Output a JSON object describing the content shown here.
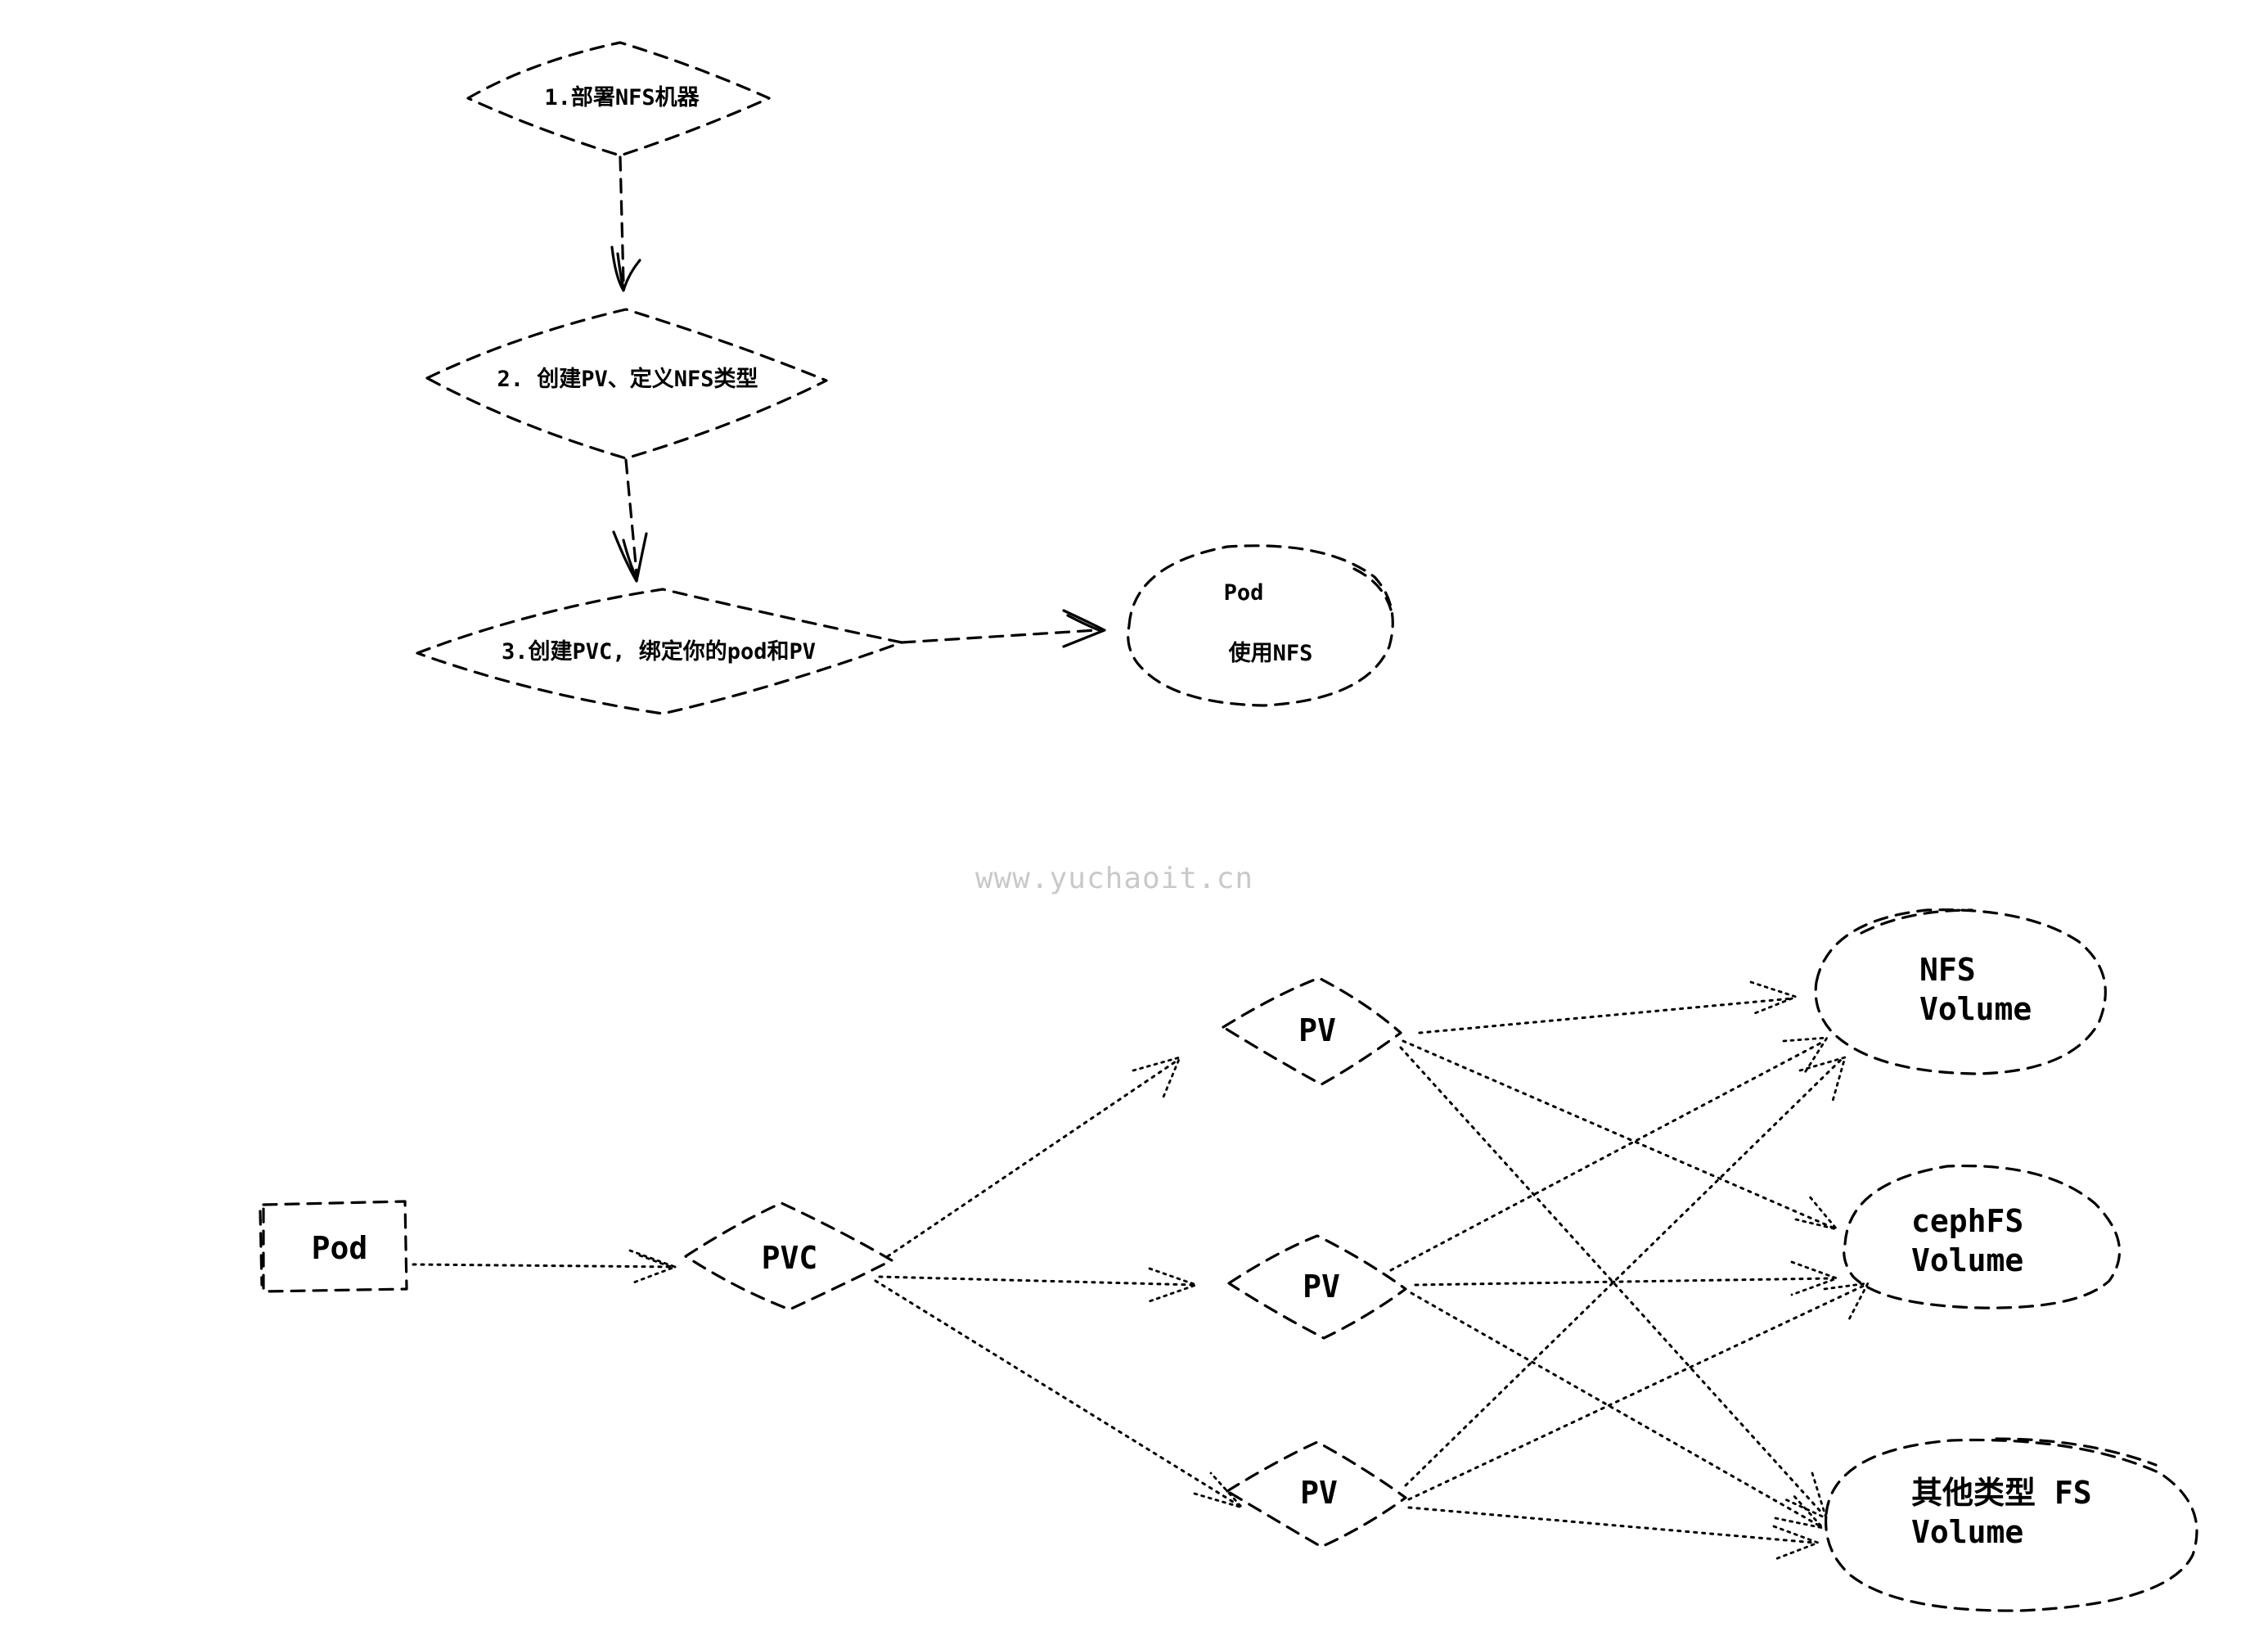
{
  "flow": {
    "step1": "1.部署NFS机器",
    "step2": "2. 创建PV、定义NFS类型",
    "step3": "3.创建PVC, 绑定你的pod和PV",
    "pod_title": "Pod",
    "pod_desc": "使用NFS"
  },
  "watermark": "www.yuchaoit.cn",
  "binding": {
    "pod": "Pod",
    "pvc": "PVC",
    "pv_labels": [
      "PV",
      "PV",
      "PV"
    ],
    "volumes": [
      {
        "line1": "NFS",
        "line2": "Volume"
      },
      {
        "line1": "cephFS",
        "line2": "Volume"
      },
      {
        "line1": "其他类型 FS",
        "line2": "Volume"
      }
    ]
  }
}
